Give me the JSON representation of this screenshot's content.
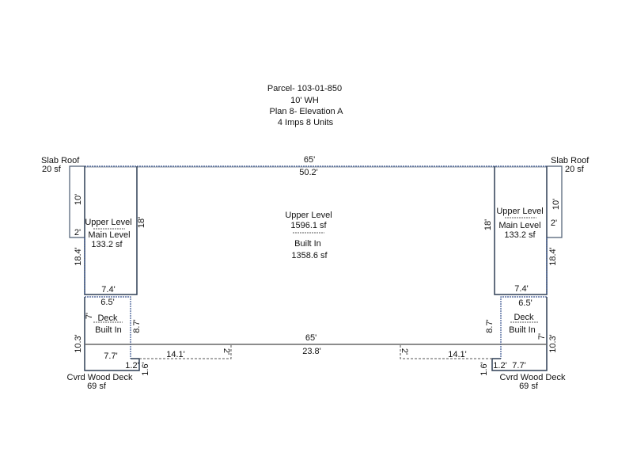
{
  "header": {
    "parcel": "Parcel- 103-01-850",
    "wall_height": "10' WH",
    "plan": "Plan 8- Elevation A",
    "imps": "4 Imps 8 Units"
  },
  "main": {
    "top_dim": "65'",
    "top_inner_dim": "50.2'",
    "upper_label": "Upper Level",
    "upper_area": "1596.1 sf",
    "built_in_label": "Built In",
    "built_in_area": "1358.6 sf",
    "mid_dim": "65'",
    "mid_inner_dim": "23.8'"
  },
  "left": {
    "slab_label": "Slab Roof",
    "slab_area": "20 sf",
    "dim_10": "10'",
    "dim_2": "2'",
    "dim_18_4": "18.4'",
    "upper_label": "Upper Level",
    "main_label": "Main Level",
    "ul_area": "133.2 sf",
    "dim_18": "18'",
    "dim_7_4": "7.4'",
    "dim_6_5": "6.5'",
    "dim_7": "7'",
    "deck_label": "Deck",
    "built_in_label": "Built In",
    "dim_8_7": "8.7'",
    "dim_10_3": "10.3'",
    "dim_7_7": "7.7'",
    "dim_14_1": "14.1'",
    "dim_2b": "2'",
    "dim_1_2": "1.2'",
    "dim_1_6": "1.6'",
    "cvrd_label": "Cvrd Wood Deck",
    "cvrd_area": "69 sf"
  },
  "right": {
    "slab_label": "Slab Roof",
    "slab_area": "20 sf",
    "dim_10": "10'",
    "dim_2": "2'",
    "dim_18_4": "18.4'",
    "upper_label": "Upper Level",
    "main_label": "Main Level",
    "ul_area": "133.2 sf",
    "dim_18": "18'",
    "dim_7_4": "7.4'",
    "dim_6_5": "6.5'",
    "dim_7": "7'",
    "deck_label": "Deck",
    "built_in_label": "Built In",
    "dim_8_7": "8.7'",
    "dim_10_3": "10.3'",
    "dim_7_7": "7.7'",
    "dim_14_1": "14.1'",
    "dim_2b": "2'",
    "dim_1_2": "1.2'",
    "dim_1_6": "1.6'",
    "cvrd_label": "Cvrd Wood Deck",
    "cvrd_area": "69 sf"
  }
}
